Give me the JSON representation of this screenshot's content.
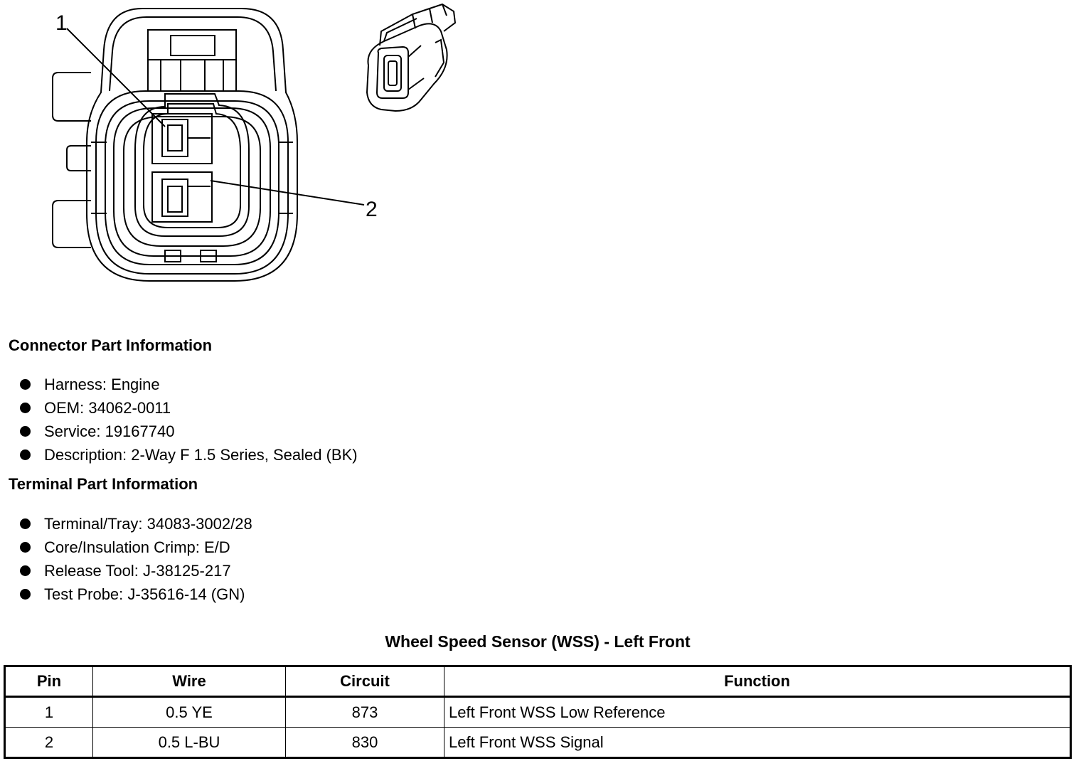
{
  "diagram": {
    "callout_1": "1",
    "callout_2": "2"
  },
  "connector_info": {
    "title": "Connector Part Information",
    "items": [
      "Harness: Engine",
      "OEM: 34062-0011",
      "Service: 19167740",
      "Description: 2-Way F 1.5 Series, Sealed (BK)"
    ]
  },
  "terminal_info": {
    "title": "Terminal Part Information",
    "items": [
      "Terminal/Tray: 34083-3002/28",
      "Core/Insulation Crimp: E/D",
      "Release Tool: J-38125-217",
      "Test Probe: J-35616-14 (GN)"
    ]
  },
  "pin_table": {
    "title": "Wheel Speed Sensor (WSS) - Left Front",
    "headers": [
      "Pin",
      "Wire",
      "Circuit",
      "Function"
    ],
    "rows": [
      [
        "1",
        "0.5 YE",
        "873",
        "Left Front WSS Low Reference"
      ],
      [
        "2",
        "0.5 L-BU",
        "830",
        "Left Front WSS Signal"
      ]
    ]
  }
}
